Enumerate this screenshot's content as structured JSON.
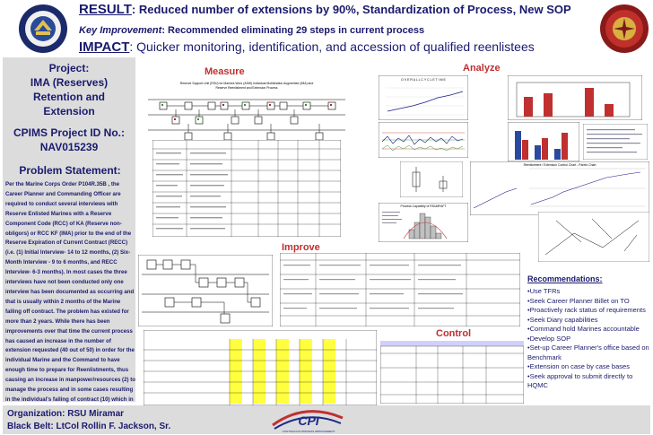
{
  "header": {
    "result_label": "RESULT",
    "result_text": ": Reduced number of extensions by 90%, Standardization of Process, New SOP",
    "key_label": "Key Improvement",
    "key_text": ": Recommended eliminating 29 steps in current process",
    "impact_label": "IMPACT",
    "impact_text": ": Quicker monitoring, identification, and accession of qualified reenlistees"
  },
  "left_panel": {
    "project_lines": [
      "Project:",
      "IMA (Reserves)",
      "Retention and",
      "Extension"
    ],
    "cpims_lines": [
      "CPIMS Project ID No.:",
      "NAV015239"
    ],
    "problem_heading": "Problem Statement:",
    "problem_text": "Per the Marine Corps Order P104R.35B , the Career Planner and Commanding Officer are required to conduct several interviews with Reserve Enlisted Marines with a Reserve Component Code (RCC) of KA (Reserve non-obligors) or RCC KF (IMA) prior to the end of the Reserve Expiration of Current Contract (RECC) (i.e. (1) Initial Interview- 14 to 12 months, (2) Six- Month Interview - 9 to 6 months, and RECC Interview- 6-3 months). In most cases the three interviews have not been conducted only one interview has been documented as occurring and that is usually within 2 months of the Marine falling off contract. The problem has existed for more than 2 years. While there has been improvements over that time the current process has caused an increase in the number of extension requested (40 out of 50) in order for the individual Marine and the Command to have enough time to prepare for Reenlistments, thus causing an increase in manpower/resources (2) to manage the process and in some cases resulting in the individual's failing of contract (10) which in turn makes the individual unavailable to the customers/stakeholders."
  },
  "sections": {
    "measure": "Measure",
    "analyze": "Analyze",
    "improve": "Improve",
    "control": "Control"
  },
  "measure_map": {
    "title_line1": "Reserve Support Unit (RSU) for Marines Wors (ASW) Individual Mobilization Augmentee (IMA) and",
    "title_line2": "Reserve Reenlistment and Extension Process"
  },
  "analyze_charts": {
    "overall_title": "O V E R A L L   C Y C L E   T I M E",
    "pie_title": "Reenlistment / Extension Control Chart - Pareto Chart",
    "capability_title": "Process Capability of RSUMFAFT"
  },
  "recommendations": {
    "heading": "Recommendations",
    "colon": ":",
    "items": [
      "•Use TFRs",
      "•Seek Career Planner Billet on TO",
      "•Proactively rack status of requirements",
      "•Seek Diary capabilities",
      "•Command hold Marines accountable",
      "•Develop SOP",
      "•Set-up Career Planner's office based on Benchmark",
      "•Extension on case by case bases",
      "•Seek approval to submit directly to HQMC"
    ]
  },
  "logos": {
    "cpi_text": "CPI",
    "cpi_sub": "CONTINUOUS PROCESS IMPROVEMENT"
  },
  "footer": {
    "organization": "Organization:  RSU Miramar",
    "black_belt": "Black Belt: LtCol Rollin F. Jackson, Sr."
  },
  "colors": {
    "navy": "#1a1a6e",
    "section_red": "#c03030",
    "panel_gray": "#dcdcdc"
  }
}
